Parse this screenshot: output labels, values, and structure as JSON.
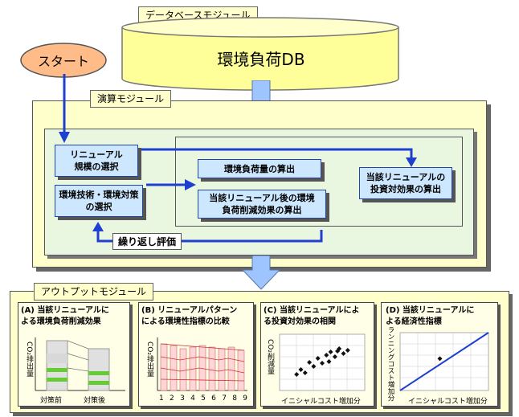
{
  "database_module": {
    "label": "データベースモジュール",
    "db_name": "環境負荷DB"
  },
  "start": {
    "label": "スタート"
  },
  "calc_module": {
    "label": "演算モジュール",
    "renewal_scale": "リニューアル\n規模の選択",
    "env_tech": "環境技術・環境対策\nの選択",
    "load_calc": "環境負荷量の算出",
    "reduction_calc": "当該リニューアル後の環境\n負荷削減効果の算出",
    "roi_calc": "当該リニューアルの\n投資対効果の算出",
    "repeat_eval": "繰り返し評価"
  },
  "output_module": {
    "label": "アウトプットモジュール",
    "panels": [
      {
        "title": "(A) 当該リニューアルに\nよる環境負荷削減効果",
        "ylabel": "CO₂排出量",
        "xlabels": [
          "対策前",
          "対策後"
        ]
      },
      {
        "title": "(B) リニューアルパターン\nによる環境性指標の比較",
        "ylabel": "CO₂排出量",
        "xticks": [
          "1",
          "2",
          "3",
          "4",
          "5",
          "6",
          "7",
          "8",
          "9"
        ]
      },
      {
        "title": "(C) 当該リニューアルによ\nる投資対効果の相関",
        "ylabel": "CO₂削減量",
        "xlabel": "イニシャルコスト増加分"
      },
      {
        "title": "(D) 当該リニューアルに\nよる経済性指標",
        "ylabel": "ランニングコスト増加分",
        "xlabel": "イニシャルコスト増加分"
      }
    ]
  },
  "colors": {
    "db_fill": "#ffff99",
    "module_fill": "#ffffcc",
    "inner_green": "#eaf7e0",
    "blue_box": "#cde7ff",
    "arrow_blue": "#1f3fd0",
    "big_arrow": "#9ec5ff"
  },
  "chart_data": [
    {
      "type": "scatter",
      "title": "",
      "x": [
        2.0,
        2.5,
        3.0,
        3.5,
        4.0,
        4.5,
        5.0,
        5.5,
        6.0,
        6.5,
        7.0,
        7.5,
        8.0,
        5.8,
        6.8
      ],
      "y": [
        2.0,
        2.6,
        2.2,
        3.5,
        3.0,
        4.0,
        3.4,
        4.4,
        4.8,
        4.2,
        5.2,
        4.6,
        5.0,
        3.6,
        4.9
      ]
    },
    {
      "type": "line",
      "title": "",
      "x": [
        0,
        10
      ],
      "y": [
        0,
        10
      ],
      "points": [
        {
          "x": 4.5,
          "y": 5.5
        }
      ]
    }
  ]
}
